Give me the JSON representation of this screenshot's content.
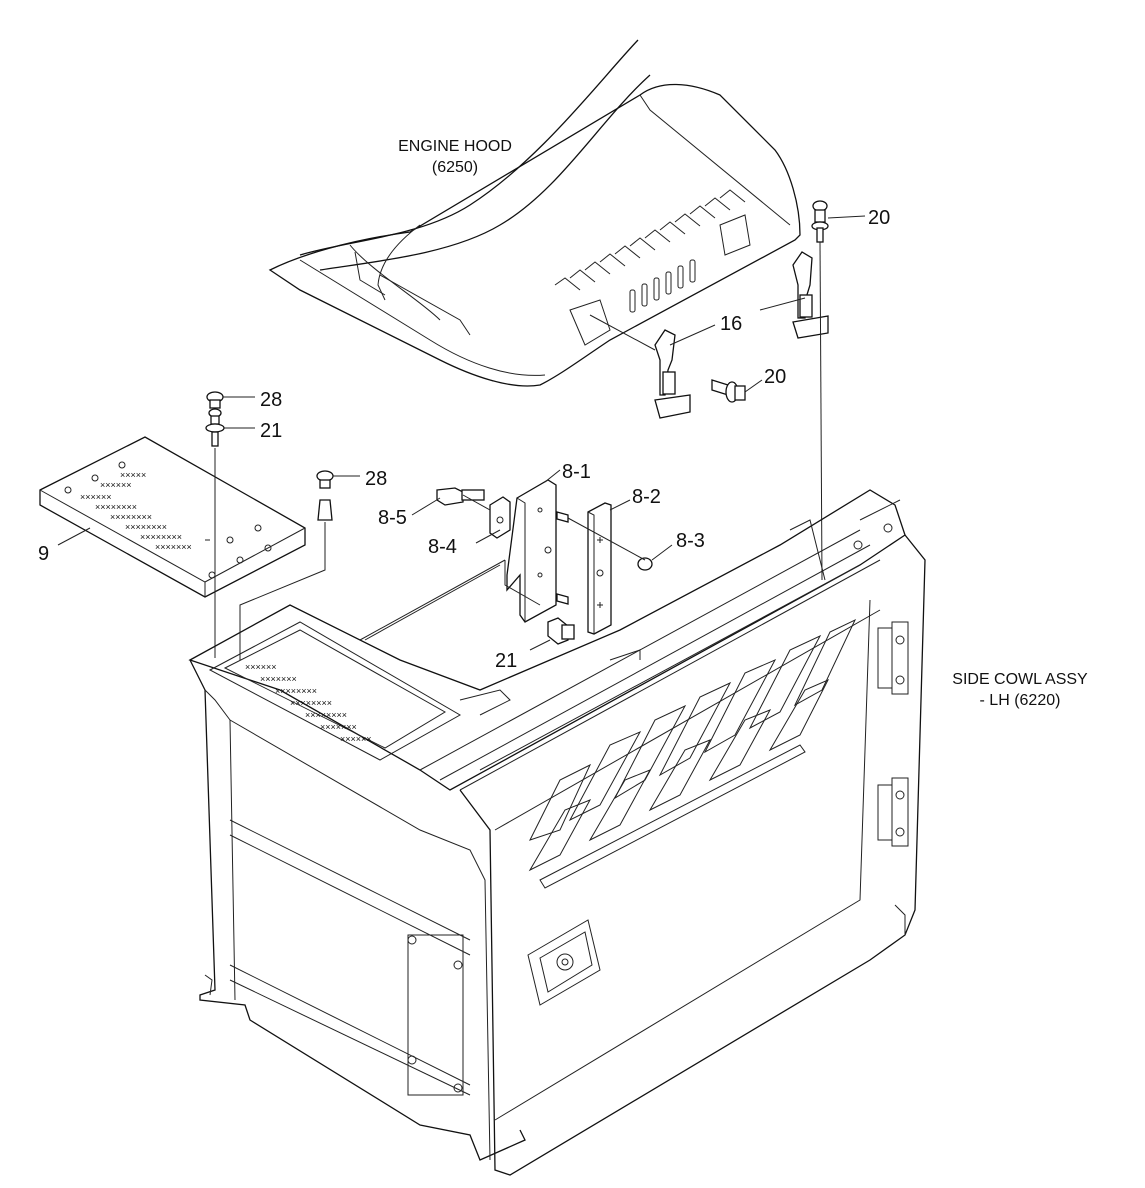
{
  "figure": {
    "annotations": {
      "engine_hood": {
        "name": "ENGINE HOOD",
        "code": "(6250)"
      },
      "side_cowl": {
        "name": "SIDE COWL ASSY",
        "code": "- LH (6220)"
      }
    },
    "callouts": {
      "p20_top": "20",
      "p16": "16",
      "p20_mid": "20",
      "p28_left": "28",
      "p21_left": "21",
      "p28_mid": "28",
      "p9": "9",
      "p8_1": "8-1",
      "p8_2": "8-2",
      "p8_3": "8-3",
      "p8_4": "8-4",
      "p8_5": "8-5",
      "p21_bottom": "21"
    }
  },
  "colors": {
    "line": "#111111",
    "background": "#ffffff"
  }
}
